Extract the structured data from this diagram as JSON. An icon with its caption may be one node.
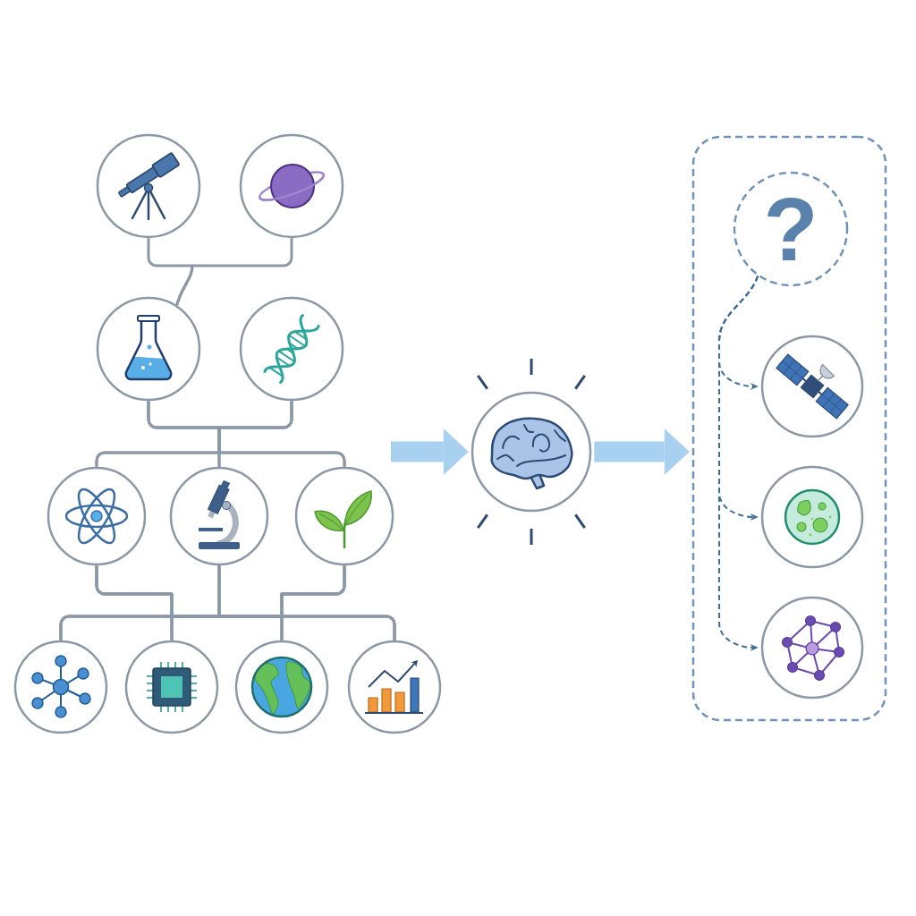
{
  "diagram": {
    "nodes": [
      {
        "text": [],
        "shape": "circle"
      },
      {
        "text": [],
        "shape": "circle"
      },
      {
        "text": [],
        "shape": "circle"
      },
      {
        "text": [],
        "shape": "circle"
      },
      {
        "text": [],
        "shape": "circle"
      },
      {
        "text": [],
        "shape": "circle"
      },
      {
        "text": [],
        "shape": "circle"
      },
      {
        "text": [],
        "shape": "circle"
      },
      {
        "text": [],
        "shape": "circle"
      },
      {
        "text": [],
        "shape": "circle"
      },
      {
        "text": [],
        "shape": "circle"
      },
      {
        "text": [],
        "shape": "circle"
      },
      {
        "text": [],
        "shape": "box"
      },
      {
        "text": [
          "?"
        ],
        "in": 12
      },
      {
        "text": [],
        "shape": "circle",
        "in": 12
      },
      {
        "text": [],
        "shape": "circle",
        "in": 12
      },
      {
        "text": [],
        "shape": "circle",
        "in": 12
      }
    ],
    "edges": [
      {
        "from": 0,
        "to": 2,
        "arrow": "none"
      },
      {
        "from": 1,
        "to": 2,
        "arrow": "none"
      },
      {
        "from": 2,
        "to": 4,
        "arrow": "none"
      },
      {
        "from": 2,
        "to": 5,
        "arrow": "none"
      },
      {
        "from": 2,
        "to": 6,
        "arrow": "none"
      },
      {
        "from": 3,
        "to": 4,
        "arrow": "none"
      },
      {
        "from": 3,
        "to": 5,
        "arrow": "none"
      },
      {
        "from": 3,
        "to": 6,
        "arrow": "none"
      },
      {
        "from": 4,
        "to": 7,
        "arrow": "none"
      },
      {
        "from": 4,
        "to": 8,
        "arrow": "none"
      },
      {
        "from": 4,
        "to": 9,
        "arrow": "none"
      },
      {
        "from": 4,
        "to": 10,
        "arrow": "none"
      },
      {
        "from": 5,
        "to": 7,
        "arrow": "none"
      },
      {
        "from": 5,
        "to": 8,
        "arrow": "none"
      },
      {
        "from": 5,
        "to": 9,
        "arrow": "none"
      },
      {
        "from": 5,
        "to": 10,
        "arrow": "none"
      },
      {
        "from": 6,
        "to": 7,
        "arrow": "none"
      },
      {
        "from": 6,
        "to": 8,
        "arrow": "none"
      },
      {
        "from": 6,
        "to": 9,
        "arrow": "none"
      },
      {
        "from": 6,
        "to": 10,
        "arrow": "none"
      },
      {
        "from": null,
        "to": 11,
        "arrow": "to",
        "style": "thick",
        "color": "#a8d1ef"
      },
      {
        "from": 11,
        "to": 12,
        "arrow": "to",
        "style": "thick",
        "color": "#a8d1ef"
      },
      {
        "from": 13,
        "to": 14,
        "arrow": "to",
        "style": "dashed",
        "color": "#3f6d9c"
      },
      {
        "from": 13,
        "to": 15,
        "arrow": "to",
        "style": "dashed",
        "color": "#3f6d9c"
      },
      {
        "from": 13,
        "to": 16,
        "arrow": "to",
        "style": "dashed",
        "color": "#3f6d9c"
      }
    ]
  }
}
